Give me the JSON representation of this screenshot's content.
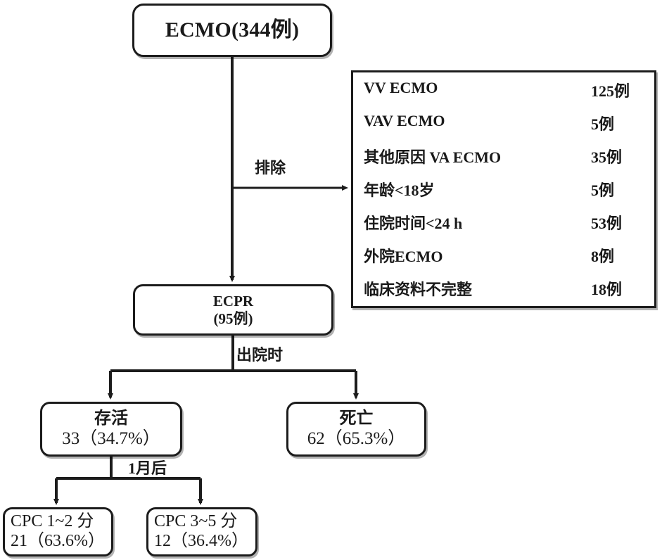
{
  "diagram": {
    "title_node": {
      "label": "ECMO(344例)"
    },
    "ecpr_node": {
      "line1": "ECPR",
      "line2": "(95例)"
    },
    "exclusions": {
      "rows": [
        {
          "label": "VV ECMO",
          "value": "125例"
        },
        {
          "label": "VAV ECMO",
          "value": "5例"
        },
        {
          "label": "其他原因 VA ECMO",
          "value": "35例"
        },
        {
          "label": "年龄<18岁",
          "value": "5例"
        },
        {
          "label": "住院时间<24 h",
          "value": "53例"
        },
        {
          "label": "外院ECMO",
          "value": "8例"
        },
        {
          "label": "临床资料不完整",
          "value": "18例"
        }
      ]
    },
    "edge_labels": {
      "exclude": "排除",
      "discharge": "出院时",
      "one_month": "1月后"
    },
    "outcomes": {
      "survival": {
        "title": "存活",
        "stat": "33（34.7%）"
      },
      "death": {
        "title": "死亡",
        "stat": "62（65.3%）"
      }
    },
    "cpc": {
      "good": {
        "line1": "CPC 1~2 分",
        "line2": "21（63.6%）"
      },
      "poor": {
        "line1": "CPC 3~5 分",
        "line2": "12（36.4%）"
      }
    },
    "colors": {
      "stroke": "#1c1c1c",
      "background": "#ffffff",
      "text": "#1a1a1a"
    }
  }
}
